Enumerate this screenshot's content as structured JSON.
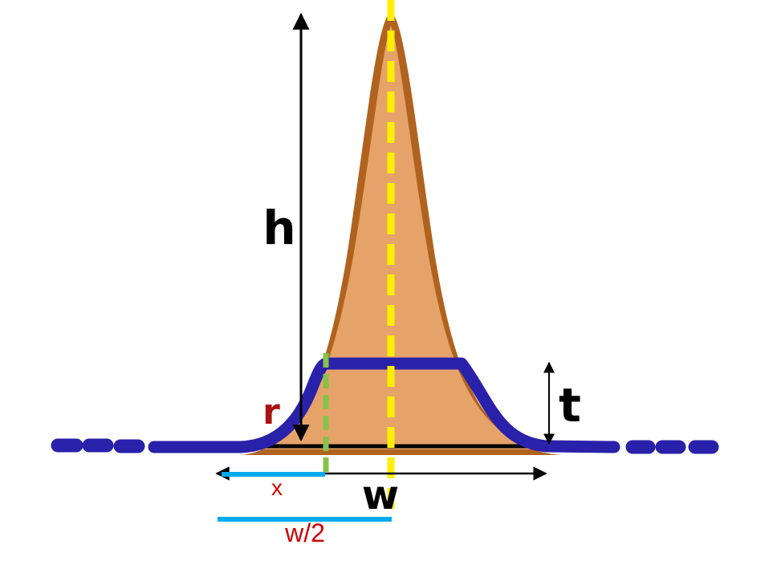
{
  "labels": {
    "h": "h",
    "t": "t",
    "r": "r",
    "w": "w",
    "x": "x",
    "w_half": "w/2"
  },
  "colors": {
    "fill": "#e6a369",
    "outline": "#b0621f",
    "profile": "#2a21aa",
    "centerline": "#ffee00",
    "x_marker": "#86c24a",
    "measure_bar": "#00aaee",
    "dim": "#000000",
    "red_label": "#cc0000",
    "dark_red_label": "#aa1111"
  }
}
